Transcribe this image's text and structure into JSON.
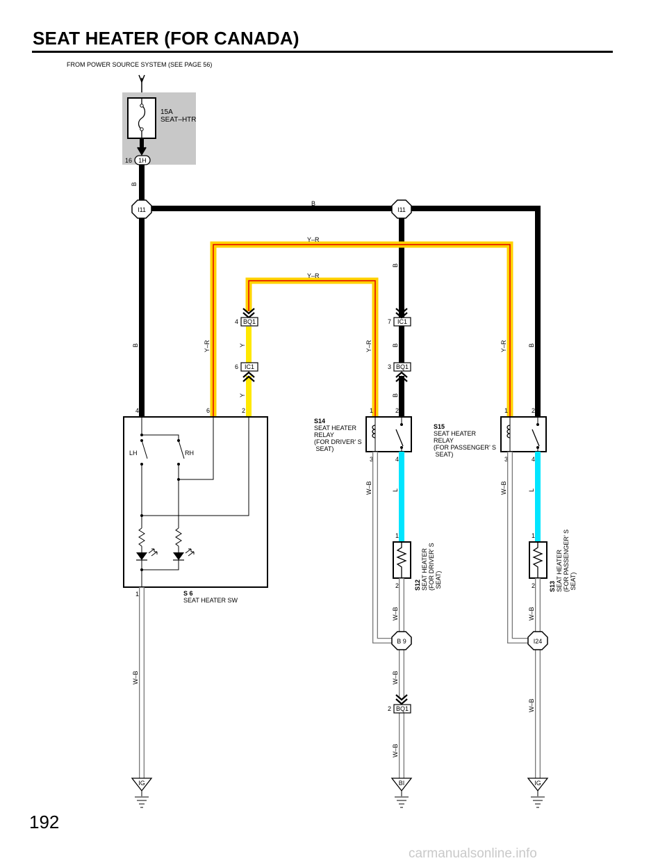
{
  "page": {
    "title": "SEAT HEATER (FOR CANADA)",
    "page_number": "192",
    "watermark": "carmanualsonline.info"
  },
  "power_source": {
    "label": "FROM POWER SOURCE SYSTEM (SEE PAGE 56)",
    "fuse_rating": "15A",
    "fuse_name": "SEAT–HTR",
    "connector_pin": "16",
    "connector": "1H"
  },
  "junctions": {
    "left": "I11",
    "right": "I11",
    "b9": "B 9",
    "i24": "I24"
  },
  "wire_colors": {
    "b": "B",
    "yr": "Y–R",
    "y": "Y",
    "wb": "W–B",
    "l": "L"
  },
  "connectors": {
    "bq1": "BQ1",
    "ic1": "IC1",
    "bq1_pin_top": "4",
    "ic1_pin_mid": "6",
    "ic1_pin_top": "7",
    "bq1_pin_mid": "3",
    "bq1_pin_bottom": "2"
  },
  "switch": {
    "code": "S 6",
    "name": "SEAT HEATER SW",
    "lh": "LH",
    "rh": "RH",
    "pins": [
      "4",
      "6",
      "2",
      "1"
    ]
  },
  "relay_driver": {
    "code": "S14",
    "lines": [
      "SEAT HEATER",
      "RELAY",
      "(FOR DRIVER’ S",
      " SEAT)"
    ],
    "pins": [
      "1",
      "2",
      "3",
      "4"
    ]
  },
  "relay_passenger": {
    "code": "S15",
    "lines": [
      "SEAT HEATER",
      "RELAY",
      "(FOR PASSENGER’ S",
      " SEAT)"
    ],
    "pins": [
      "1",
      "2",
      "3",
      "4"
    ]
  },
  "heater_driver": {
    "code": "S12",
    "lines": [
      "SEAT HEATER",
      "(FOR DRIVER’ S",
      " SEAT)"
    ],
    "pins": [
      "1",
      "2"
    ]
  },
  "heater_passenger": {
    "code": "S13",
    "lines": [
      "SEAT HEATER",
      "(FOR PASSENGER’ S",
      " SEAT)"
    ],
    "pins": [
      "1",
      "2"
    ]
  },
  "grounds": {
    "left": "IG",
    "middle": "BI",
    "right": "IG"
  },
  "colors": {
    "wire_black": "#000000",
    "wire_yr_outer": "#ffd200",
    "wire_yr_inner": "#e00000",
    "wire_yellow": "#ffe800",
    "wire_blue": "#00e5ff",
    "fuse_box": "#c8c8c8"
  }
}
